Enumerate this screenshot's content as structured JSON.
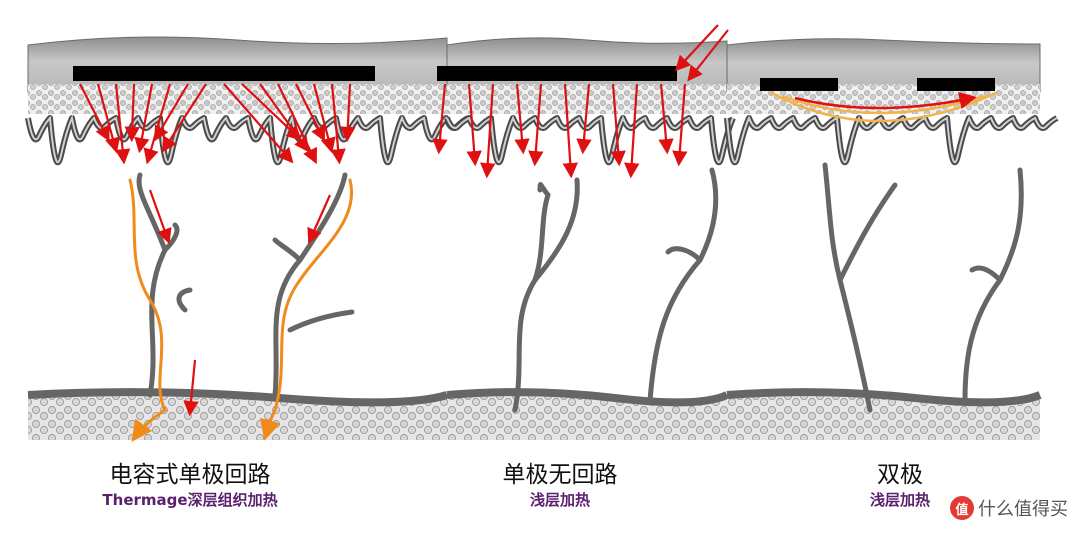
{
  "panels": [
    {
      "id": "monopolar",
      "title": "电容式单极回路",
      "subtitle": "Thermage深层组织加热"
    },
    {
      "id": "unipolar",
      "title": "单极无回路",
      "subtitle": "浅层加热"
    },
    {
      "id": "bipolar",
      "title": "双极",
      "subtitle": "浅层加热"
    }
  ],
  "watermark": {
    "text": "什么值得买",
    "icon": "zhi-logo-icon"
  },
  "colors": {
    "arrow": "#e01010",
    "current_path": "#f08a1a",
    "bipolar_arc": "#f2b34a",
    "electrode": "#000000",
    "vessel": "#666666",
    "tissue_dark": "#4a4a4a",
    "tissue_light": "#d9d9d9",
    "subtitle": "#5b1f6e"
  }
}
